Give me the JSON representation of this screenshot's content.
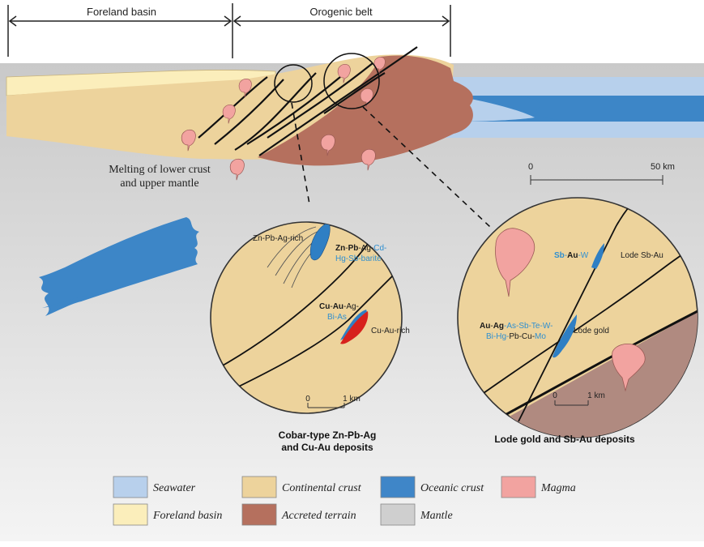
{
  "header": {
    "foreland_basin_label": "Foreland basin",
    "orogenic_belt_label": "Orogenic belt"
  },
  "cross_section": {
    "melting_label_line1": "Melting of lower crust",
    "melting_label_line2": "and upper mantle",
    "scale_bar": {
      "start": "0",
      "end": "50 km"
    }
  },
  "inset_cobar": {
    "zn_pb_ag_rich": "Zn-Pb-Ag-rich",
    "assemblage1": [
      {
        "text": "Zn",
        "bold": true,
        "color": "#1a1a1a"
      },
      {
        "text": "-",
        "bold": false,
        "color": "#1a1a1a"
      },
      {
        "text": "Pb",
        "bold": true,
        "color": "#1a1a1a"
      },
      {
        "text": "-Ag-",
        "bold": false,
        "color": "#1a1a1a"
      },
      {
        "text": "Cd-",
        "bold": false,
        "color": "#2f8fd0"
      }
    ],
    "assemblage1_line2": "Hg-Sb-barite",
    "assemblage2_line1": [
      {
        "text": "Cu",
        "bold": true,
        "color": "#1a1a1a"
      },
      {
        "text": "-",
        "bold": false,
        "color": "#1a1a1a"
      },
      {
        "text": "Au",
        "bold": true,
        "color": "#1a1a1a"
      },
      {
        "text": "-Ag-",
        "bold": false,
        "color": "#1a1a1a"
      }
    ],
    "assemblage2_line2": "Bi-As",
    "cu_au_rich": "Cu-Au-rich",
    "scale": {
      "start": "0",
      "end": "1 km"
    },
    "caption_line1": "Cobar-type Zn-Pb-Ag",
    "caption_line2": "and Cu-Au deposits"
  },
  "inset_lode": {
    "sb_au_w": [
      {
        "text": "Sb",
        "bold": true,
        "color": "#2f8fd0"
      },
      {
        "text": "-",
        "bold": false,
        "color": "#2f8fd0"
      },
      {
        "text": "Au",
        "bold": true,
        "color": "#1a1a1a"
      },
      {
        "text": "-W",
        "bold": false,
        "color": "#2f8fd0"
      }
    ],
    "lode_sb_au": "Lode Sb-Au",
    "assemblage_line1": [
      {
        "text": "Au",
        "bold": true,
        "color": "#1a1a1a"
      },
      {
        "text": "-",
        "bold": false,
        "color": "#1a1a1a"
      },
      {
        "text": "Ag",
        "bold": true,
        "color": "#1a1a1a"
      },
      {
        "text": "-As-Sb-Te-W-",
        "bold": false,
        "color": "#2f8fd0"
      }
    ],
    "assemblage_line2": [
      {
        "text": "Bi-Hg-",
        "bold": false,
        "color": "#2f8fd0"
      },
      {
        "text": "Pb-Cu-",
        "bold": false,
        "color": "#1a1a1a"
      },
      {
        "text": "Mo",
        "bold": false,
        "color": "#2f8fd0"
      }
    ],
    "lode_gold": "Lode gold",
    "scale": {
      "start": "0",
      "end": "1 km"
    },
    "caption": "Lode gold and Sb-Au deposits"
  },
  "legend": [
    {
      "label": "Seawater",
      "color": "#b8d0ec"
    },
    {
      "label": "Continental crust",
      "color": "#edd39c"
    },
    {
      "label": "Oceanic crust",
      "color": "#3f86c8"
    },
    {
      "label": "Magma",
      "color": "#f2a3a0"
    },
    {
      "label": "Foreland basin",
      "color": "#fbeebb"
    },
    {
      "label": "Accreted terrain",
      "color": "#b5705e"
    },
    {
      "label": "Mantle",
      "color": "#cfcfcf"
    }
  ]
}
